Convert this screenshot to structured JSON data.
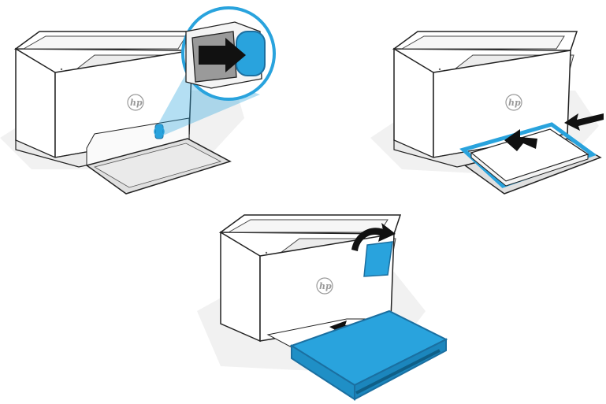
{
  "steps": [
    {
      "logo": "hp",
      "focus": "paper-width-guide-lever",
      "arrow": "arrow-right-icon"
    },
    {
      "logo": "hp",
      "focus": "paper-stack-in-input-tray",
      "arrow": "arrow-left-icon"
    },
    {
      "logo": "hp",
      "focus": "dust-cover-over-input-tray",
      "arrow": "curved-arrow-icon"
    }
  ],
  "colors": {
    "accent": "#29a3dd",
    "accent_dark": "#1b6fa0",
    "outline": "#222222",
    "body": "#ffffff",
    "shadow": "#f0f0f0",
    "tray": "#e0e0e0",
    "arrow": "#111111"
  }
}
